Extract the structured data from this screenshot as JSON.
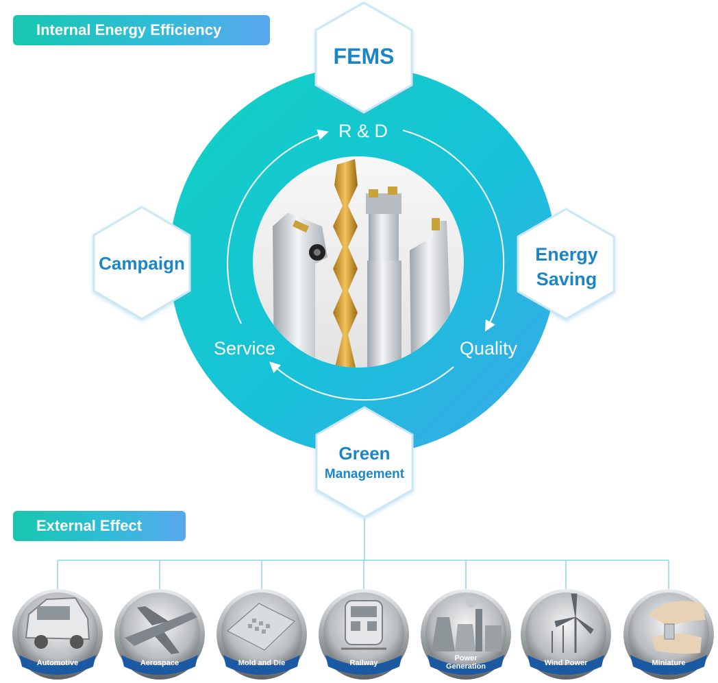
{
  "headers": {
    "internal": "Internal Energy Efficiency",
    "external": "External Effect"
  },
  "hexagons": {
    "top": "FEMS",
    "left": "Campaign",
    "right_line1": "Energy",
    "right_line2": "Saving",
    "bottom_line1": "Green",
    "bottom_line2": "Management"
  },
  "cycle": {
    "top": "R & D",
    "right": "Quality",
    "left": "Service"
  },
  "industries": [
    {
      "label": "Automotive",
      "icon": "car-icon"
    },
    {
      "label": "Aerospace",
      "icon": "airplane-icon"
    },
    {
      "label": "Mold and Die",
      "icon": "mold-icon"
    },
    {
      "label": "Railway",
      "icon": "train-icon"
    },
    {
      "label_line1": "Power",
      "label_line2": "Generation",
      "icon": "power-plant-icon"
    },
    {
      "label": "Wind Power",
      "icon": "wind-turbine-icon"
    },
    {
      "label": "Miniature",
      "icon": "miniature-part-icon"
    }
  ],
  "colors": {
    "ring_teal": "#17c9c2",
    "ring_blue": "#3aa6e8",
    "hex_text": "#1a86c8",
    "connector": "#8fd3e6"
  }
}
